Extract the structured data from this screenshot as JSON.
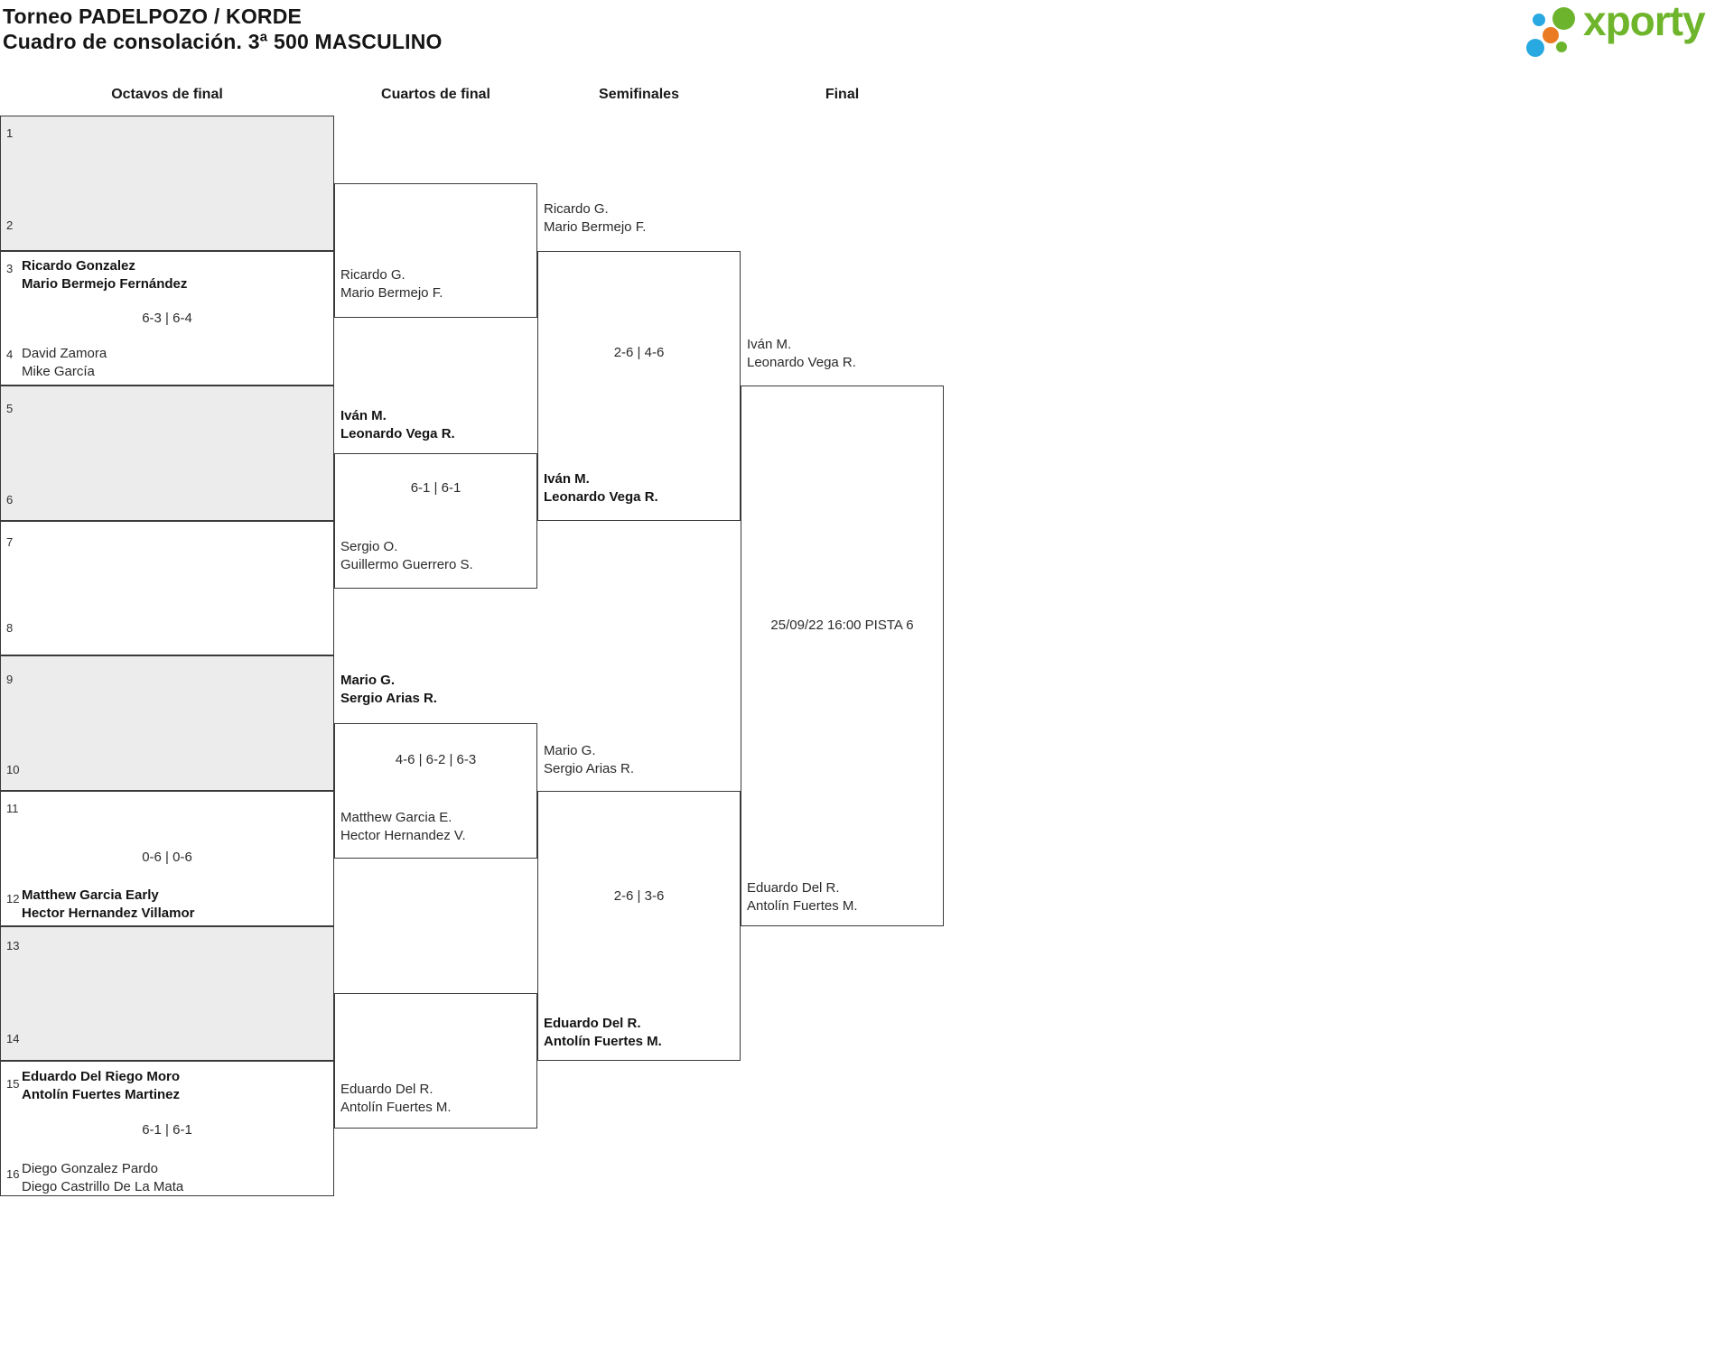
{
  "header": {
    "title_line1": "Torneo PADELPOZO / KORDE",
    "title_line2": "Cuadro de consolación. 3ª 500 MASCULINO"
  },
  "logo": {
    "text": "xporty",
    "brand_green": "#6fb52c",
    "brand_blue": "#29a9e1",
    "brand_orange": "#ea7b22"
  },
  "octavos": {
    "title": "Octavos de final",
    "slots": [
      {
        "num": "1",
        "team": ""
      },
      {
        "num": "2",
        "team": ""
      },
      {
        "num": "3",
        "team": "Ricardo Gonzalez\nMario Bermejo Fernández",
        "winner": true
      },
      {
        "num": "4",
        "team": "David Zamora\nMike García",
        "winner": false
      },
      {
        "num": "5",
        "team": ""
      },
      {
        "num": "6",
        "team": ""
      },
      {
        "num": "7",
        "team": ""
      },
      {
        "num": "8",
        "team": ""
      },
      {
        "num": "9",
        "team": ""
      },
      {
        "num": "10",
        "team": ""
      },
      {
        "num": "11",
        "team": ""
      },
      {
        "num": "12",
        "team": "Matthew Garcia Early\nHector Hernandez Villamor",
        "winner": true
      },
      {
        "num": "13",
        "team": ""
      },
      {
        "num": "14",
        "team": ""
      },
      {
        "num": "15",
        "team": "Eduardo Del Riego Moro\nAntolín Fuertes Martinez",
        "winner": true
      },
      {
        "num": "16",
        "team": "Diego Gonzalez Pardo\nDiego Castrillo De La Mata",
        "winner": false
      }
    ],
    "scores": [
      "",
      "6-3 | 6-4",
      "",
      "",
      "",
      "0-6 | 0-6",
      "",
      "6-1 | 6-1"
    ]
  },
  "cuartos": {
    "title": "Cuartos de final",
    "matches": [
      {
        "top": "",
        "bottom": "Ricardo G.\nMario Bermejo F.",
        "score": "",
        "winner": ""
      },
      {
        "top": "Iván M.\nLeonardo Vega R.",
        "bottom": "Sergio O.\nGuillermo Guerrero S.",
        "score": "6-1 | 6-1",
        "winner": "top"
      },
      {
        "top": "Mario G.\nSergio Arias R.",
        "bottom": "Matthew Garcia E.\nHector Hernandez V.",
        "score": "4-6 | 6-2 | 6-3",
        "winner": "top"
      },
      {
        "top": "",
        "bottom": "Eduardo Del R.\nAntolín Fuertes M.",
        "score": "",
        "winner": ""
      }
    ]
  },
  "semifinales": {
    "title": "Semifinales",
    "matches": [
      {
        "top": "Ricardo G.\nMario Bermejo F.",
        "bottom": "Iván M.\nLeonardo Vega R.",
        "score": "2-6 | 4-6",
        "winner": "bottom"
      },
      {
        "top": "Mario G.\nSergio Arias R.",
        "bottom": "Eduardo Del R.\nAntolín Fuertes M.",
        "score": "2-6 | 3-6",
        "winner": "bottom"
      }
    ]
  },
  "final": {
    "title": "Final",
    "match": {
      "top": "Iván M.\nLeonardo Vega R.",
      "bottom": "Eduardo Del R.\nAntolín Fuertes M.",
      "schedule": "25/09/22 16:00 PISTA 6"
    }
  }
}
